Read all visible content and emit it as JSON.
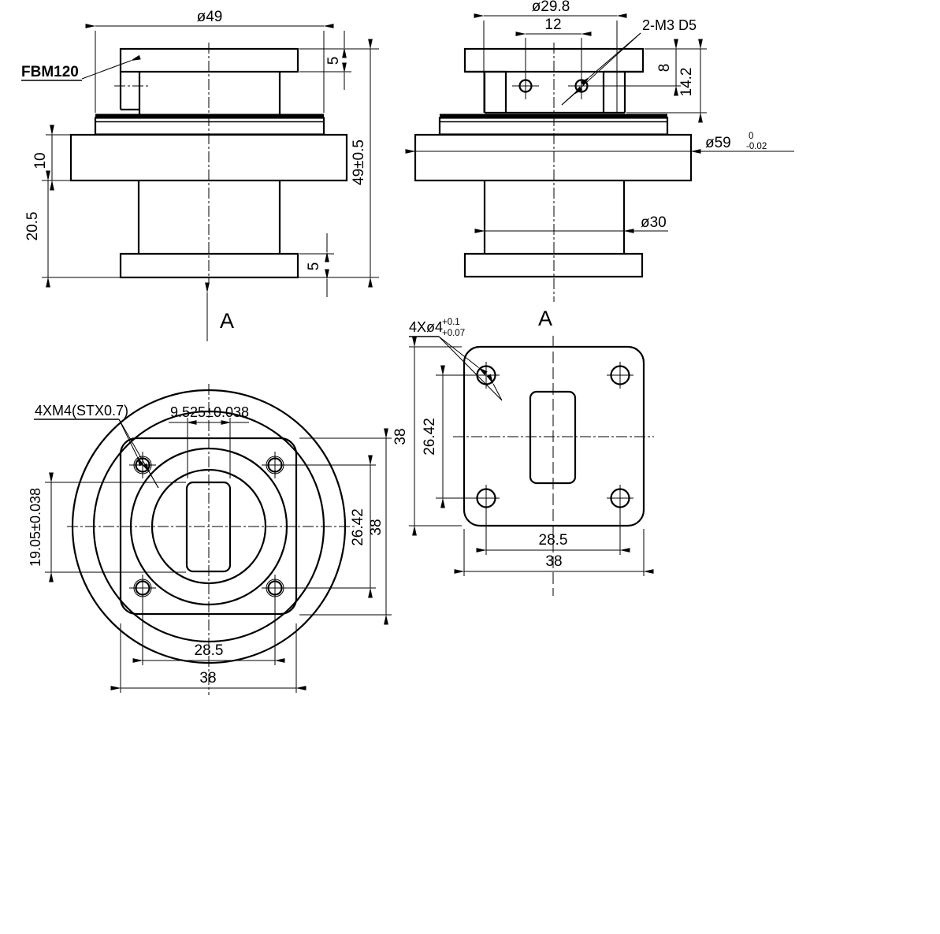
{
  "drawing": {
    "front_view": {
      "part_label": "FBM120",
      "dim_dia49": "ø49",
      "dim_thickness_top": "5",
      "dim_height": "49±0.5",
      "dim_10": "10",
      "dim_205": "20.5",
      "dim_thickness_bottom": "5",
      "view_arrow_label": "A"
    },
    "side_view": {
      "dim_dia298": "ø29.8",
      "dim_12": "12",
      "thread_callout": "2-M3 D5",
      "dim_8": "8",
      "dim_142": "14.2",
      "dim_dia59": "ø59",
      "dia59_tol_upper": "0",
      "dia59_tol_lower": "-0.02",
      "dim_dia30": "ø30"
    },
    "bottom_circular_view": {
      "thread_callout": "4XM4(STX0.7)",
      "dim_aperture_width": "9.525±0.038",
      "dim_aperture_height": "19.05±0.038",
      "dim_hole_spacing_v": "26.42",
      "dim_flange_height": "38",
      "dim_hole_spacing_h": "28.5",
      "dim_flange_width": "38"
    },
    "bottom_square_view": {
      "view_label": "A",
      "hole_callout": "4Xø4",
      "hole_tol_upper": "+0.1",
      "hole_tol_lower": "+0.07",
      "dim_flange_height": "38",
      "dim_hole_spacing_v": "26.42",
      "dim_hole_spacing_h": "28.5",
      "dim_flange_width": "38"
    }
  }
}
